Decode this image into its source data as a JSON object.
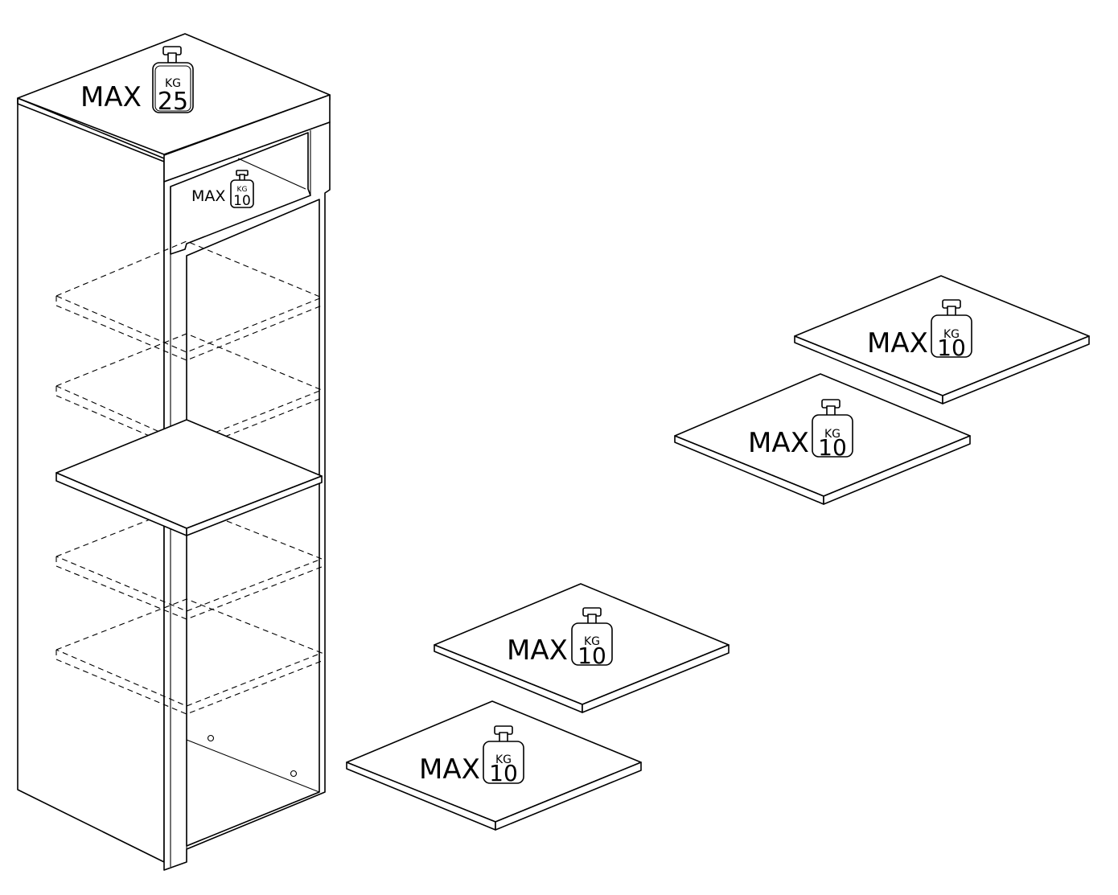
{
  "labels": {
    "max": "MAX",
    "kg": "KG"
  },
  "load_limits": {
    "cabinet_top": "25",
    "top_compartment": "10",
    "shelf_1": "10",
    "shelf_2": "10",
    "shelf_3": "10",
    "shelf_4": "10"
  },
  "colors": {
    "line": "#000000",
    "background": "#ffffff"
  },
  "icons": {
    "weight": "weight-icon"
  }
}
